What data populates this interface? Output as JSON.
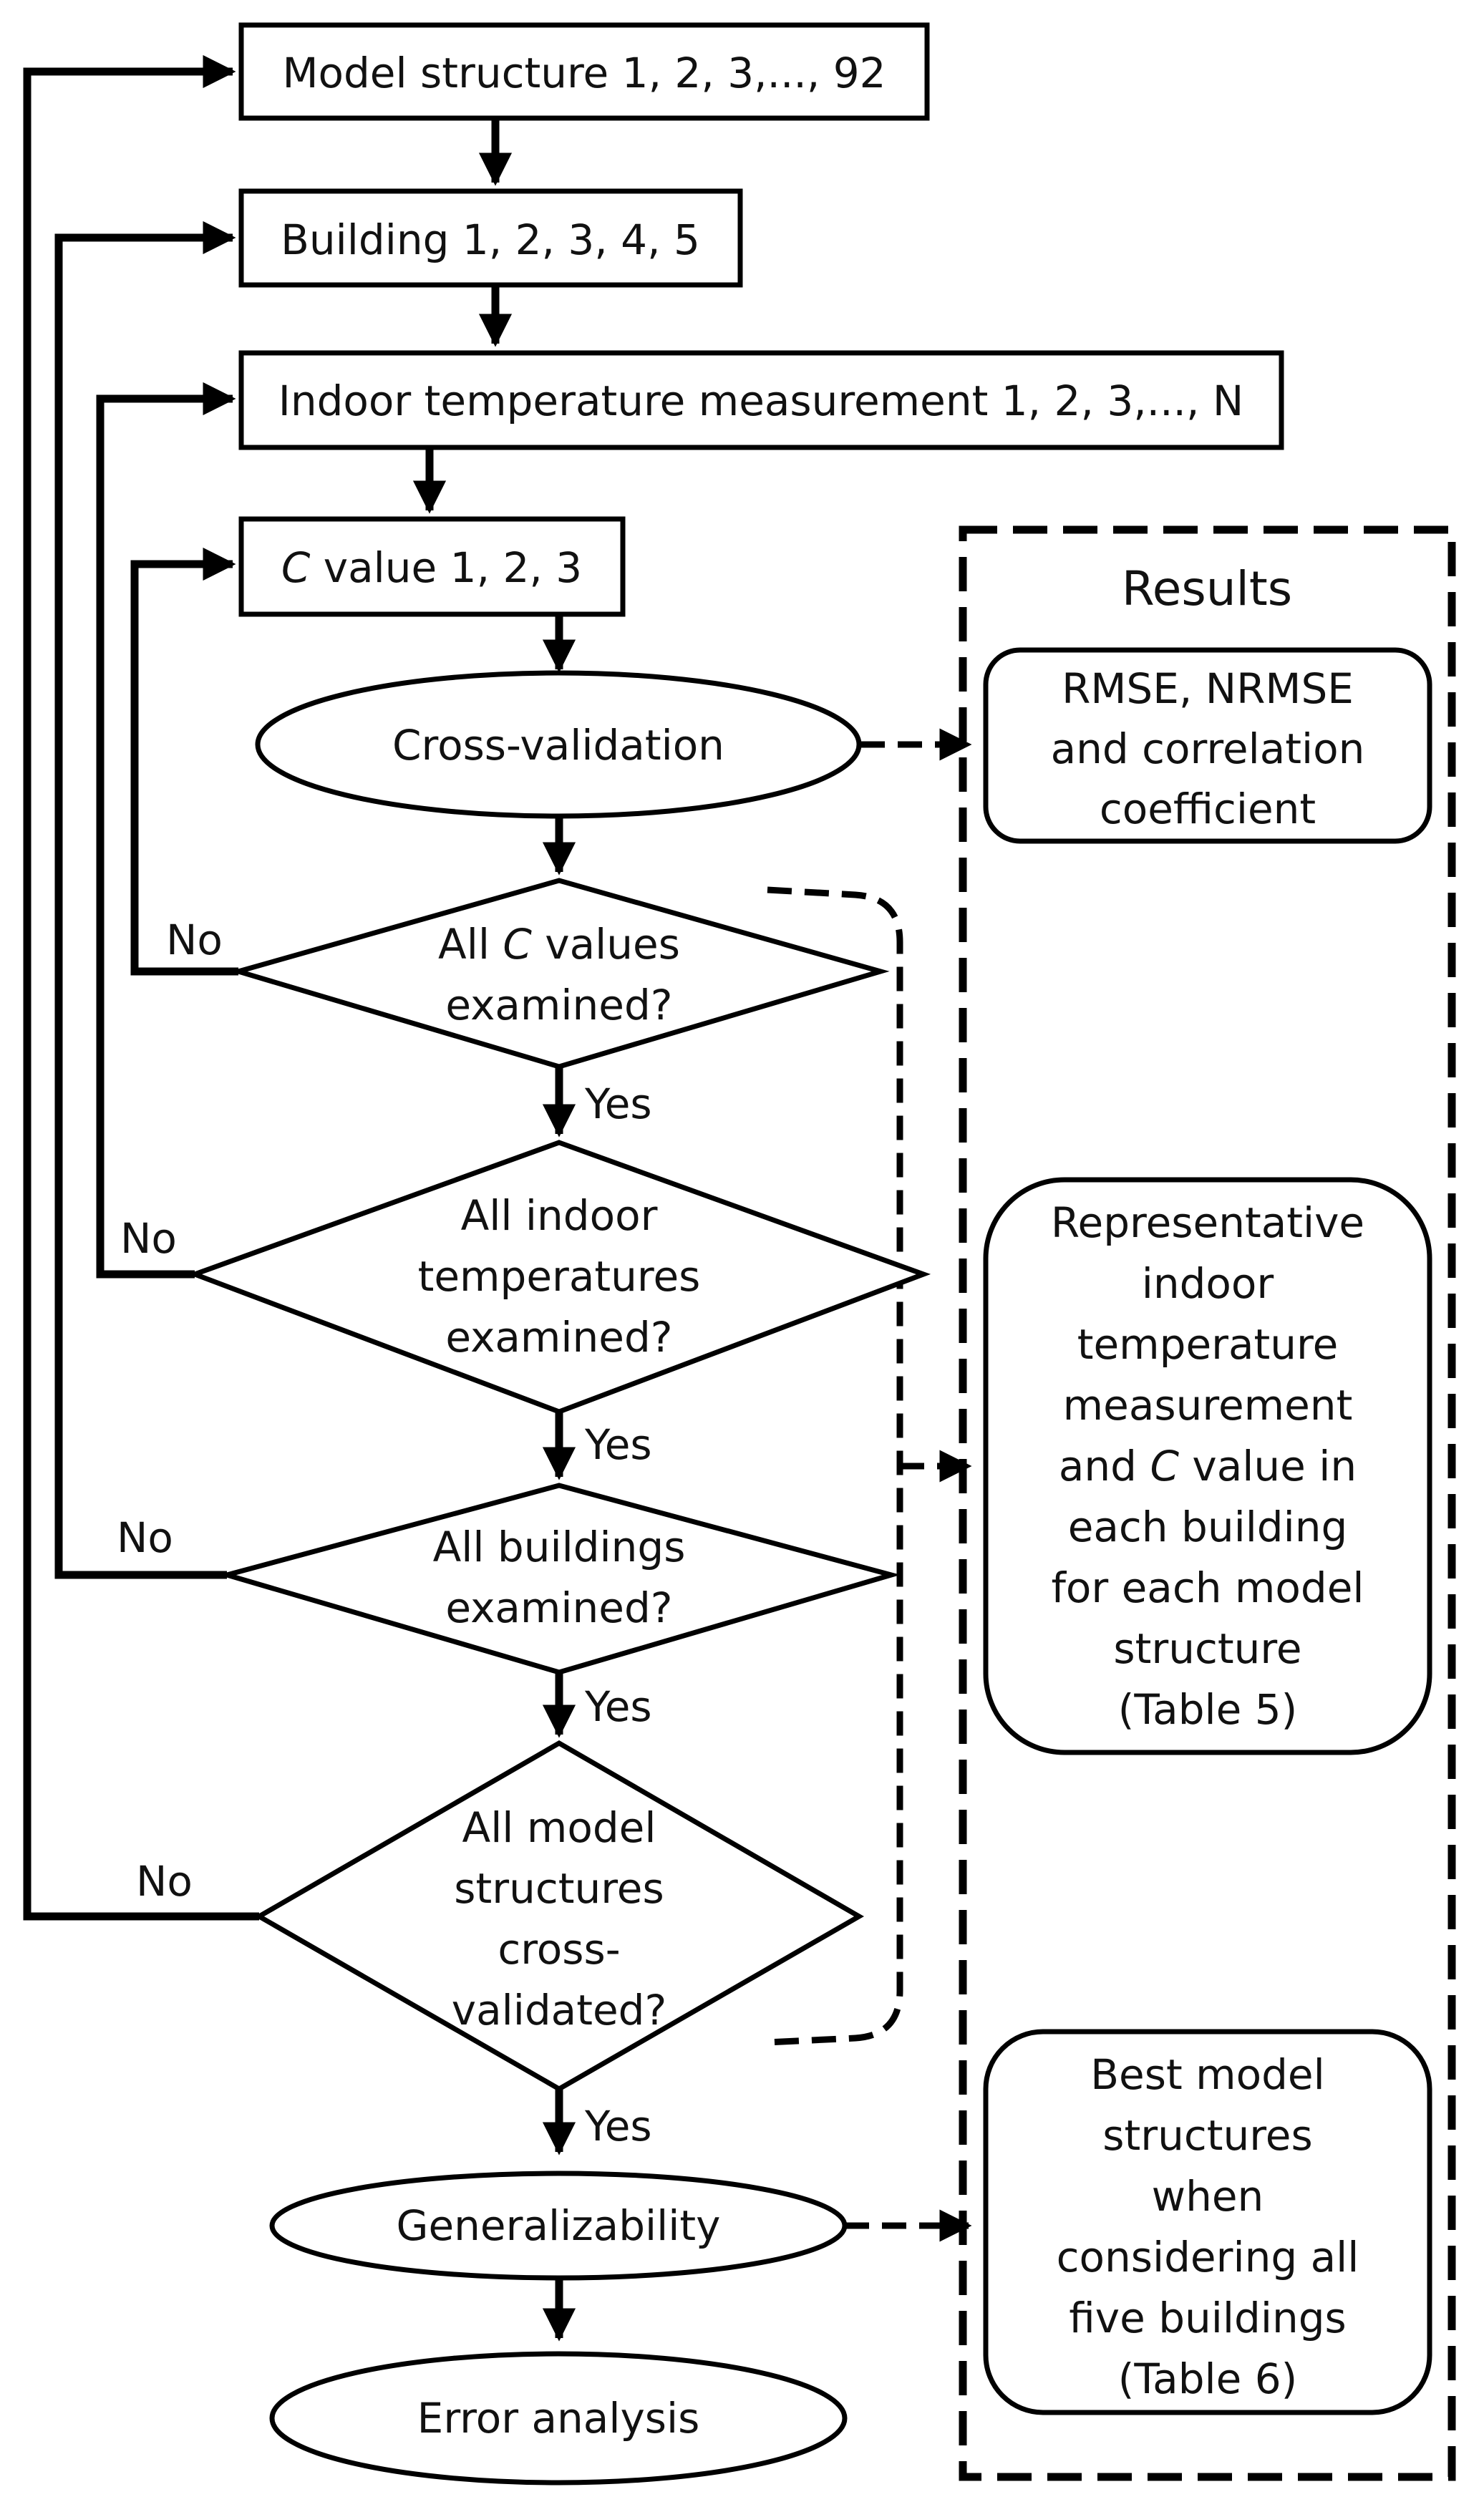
{
  "nodes": {
    "model_structure": "Model structure 1, 2, 3,..., 92",
    "building": "Building 1, 2, 3, 4, 5",
    "indoor_measurement": "Indoor temperature measurement 1, 2, 3,..., N",
    "c_value": {
      "italic": "C",
      "rest": " value 1, 2, 3"
    },
    "cross_validation": "Cross-validation",
    "decision_c": {
      "line1_pre": "All ",
      "line1_italic": "C",
      "line1_post": " values",
      "line2": "examined?"
    },
    "decision_indoor": {
      "line1": "All indoor",
      "line2": "temperatures",
      "line3": "examined?"
    },
    "decision_buildings": {
      "line1": "All buildings",
      "line2": "examined?"
    },
    "decision_models": {
      "line1": "All model",
      "line2": "structures",
      "line3": "cross-",
      "line4": "validated?"
    },
    "generalizability": "Generalizability",
    "error_analysis": "Error analysis"
  },
  "branch_labels": {
    "no": "No",
    "yes": "Yes"
  },
  "results": {
    "title": "Results",
    "box1": {
      "line1": "RMSE, NRMSE",
      "line2": "and correlation",
      "line3": "coefficient"
    },
    "box2": {
      "line1": "Representative",
      "line2": "indoor",
      "line3": "temperature",
      "line4": "measurement",
      "line5_pre": "and ",
      "line5_italic": "C",
      "line5_post": " value in",
      "line6": "each building",
      "line7": "for each model",
      "line8": "structure",
      "line9": "(Table 5)"
    },
    "box3": {
      "line1": "Best model",
      "line2": "structures",
      "line3": "when",
      "line4": "considering all",
      "line5": "five buildings",
      "line6": "(Table 6)"
    }
  }
}
